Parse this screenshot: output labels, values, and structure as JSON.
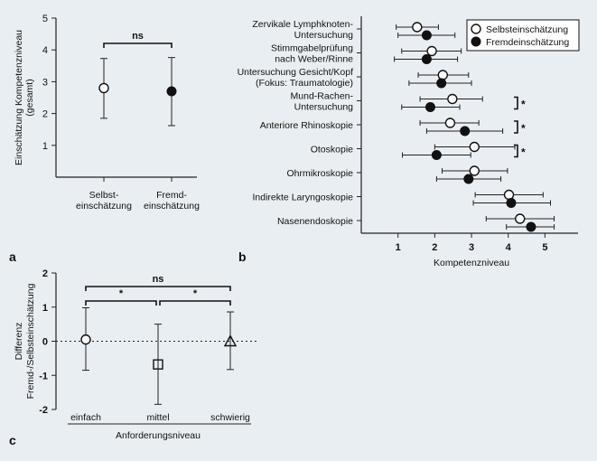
{
  "chart_data": [
    {
      "panel": "a",
      "type": "scatter",
      "ylabel": "Einschätzung Kompetenzniveau (gesamt)",
      "categories": [
        "Selbst-\neinschätzung",
        "Fremd-\neinschätzung"
      ],
      "ylim": [
        0,
        5
      ],
      "yticks": [
        1,
        2,
        3,
        4,
        5
      ],
      "points": [
        {
          "mean": 2.8,
          "low": 1.85,
          "high": 3.73,
          "marker": "open-circle"
        },
        {
          "mean": 2.7,
          "low": 1.62,
          "high": 3.76,
          "marker": "filled-circle"
        }
      ],
      "brackets": [
        {
          "from": 0,
          "to": 1,
          "label": "ns"
        }
      ]
    },
    {
      "panel": "b",
      "type": "scatter",
      "xlabel": "Kompetenzniveau",
      "xlim": [
        0,
        5.9
      ],
      "xticks": [
        1,
        2,
        3,
        4,
        5
      ],
      "categories": [
        "Zervikale Lymphknoten-\nUntersuchung",
        "Stimmgabelprüfung\nnach Weber/Rinne",
        "Untersuchung Gesicht/Kopf\n(Fokus: Traumatologie)",
        "Mund-Rachen-\nUntersuchung",
        "Anteriore Rhinoskopie",
        "Otoskopie",
        "Ohrmikroskopie",
        "Indirekte Laryngoskopie",
        "Nasenendoskopie"
      ],
      "series": [
        {
          "name": "Selbsteinschätzung",
          "marker": "open-circle",
          "values": [
            1.52,
            1.92,
            2.22,
            2.48,
            2.42,
            3.08,
            3.08,
            4.02,
            4.32
          ],
          "low": [
            0.95,
            1.1,
            1.55,
            1.6,
            1.6,
            2.0,
            2.2,
            3.1,
            3.4
          ],
          "high": [
            2.1,
            2.72,
            2.92,
            3.3,
            3.2,
            4.18,
            3.98,
            4.95,
            5.25
          ]
        },
        {
          "name": "Fremdeinschätzung",
          "marker": "filled-circle",
          "values": [
            1.78,
            1.78,
            2.18,
            1.88,
            2.82,
            2.05,
            2.92,
            4.08,
            4.62
          ],
          "low": [
            1.0,
            0.9,
            1.3,
            1.1,
            1.78,
            1.12,
            2.05,
            3.05,
            3.95
          ],
          "high": [
            2.55,
            2.62,
            3.0,
            2.68,
            3.85,
            2.98,
            3.8,
            5.15,
            5.25
          ]
        }
      ],
      "significance": [
        {
          "rows": [
            3
          ],
          "label": "*"
        },
        {
          "rows": [
            4
          ],
          "label": "*"
        },
        {
          "rows": [
            5
          ],
          "label": "*"
        }
      ]
    },
    {
      "panel": "c",
      "type": "scatter",
      "ylabel": "Differenz\nFremd-/Selbsteinschätzung",
      "xlabel": "Anforderungsniveau",
      "categories": [
        "einfach",
        "mittel",
        "schwierig"
      ],
      "ylim": [
        -2,
        2
      ],
      "yticks": [
        -2,
        -1,
        0,
        1,
        2
      ],
      "points": [
        {
          "mean": 0.05,
          "low": -0.85,
          "high": 0.98,
          "marker": "open-circle"
        },
        {
          "mean": -0.68,
          "low": -1.85,
          "high": 0.5,
          "marker": "open-square"
        },
        {
          "mean": 0.0,
          "low": -0.83,
          "high": 0.86,
          "marker": "open-triangle"
        }
      ],
      "brackets": [
        {
          "from": 0,
          "to": 2,
          "label": "ns",
          "level": 2
        },
        {
          "from": 0,
          "to": 1,
          "label": "*",
          "level": 1
        },
        {
          "from": 1,
          "to": 2,
          "label": "*",
          "level": 1
        }
      ]
    }
  ],
  "panel_labels": {
    "a": "a",
    "b": "b",
    "c": "c"
  }
}
